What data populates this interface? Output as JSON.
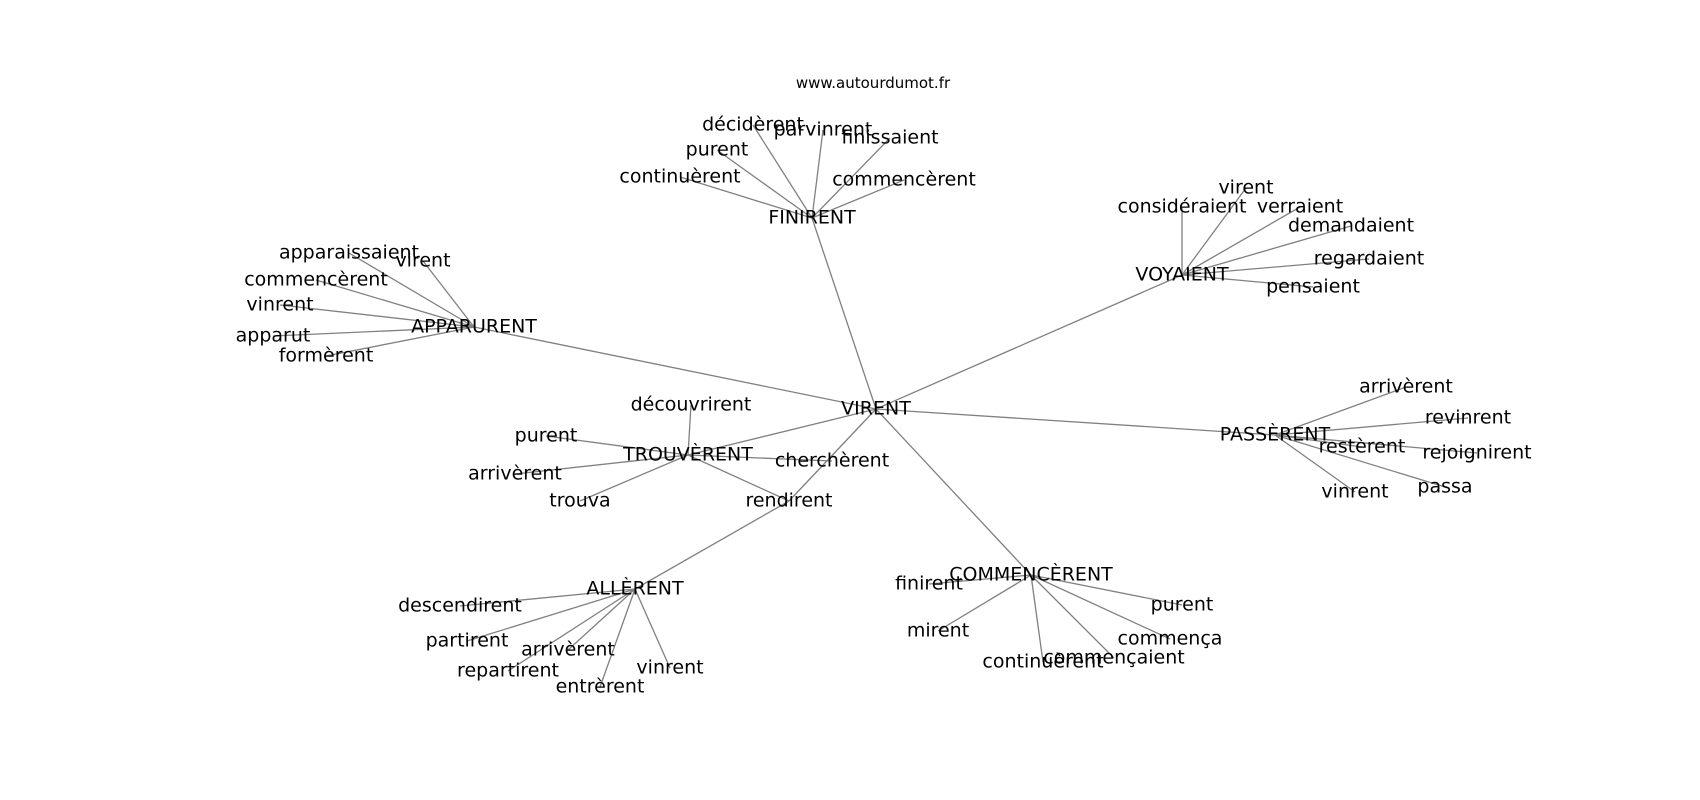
{
  "site": "www.autourdumot.fr",
  "colors": {
    "edge": "#808080",
    "text": "#000000",
    "background": "#ffffff"
  },
  "graph": {
    "nodes": [
      {
        "id": "virent_c",
        "label": "VIRENT"
      },
      {
        "id": "finirent",
        "label": "FINIRENT"
      },
      {
        "id": "voyaient",
        "label": "VOYAIENT"
      },
      {
        "id": "apparurent",
        "label": "APPARURENT"
      },
      {
        "id": "passerent",
        "label": "PASSÈRENT"
      },
      {
        "id": "trouverent",
        "label": "TROUVÈRENT"
      },
      {
        "id": "allerent",
        "label": "ALLÈRENT"
      },
      {
        "id": "commencerent",
        "label": "COMMENCÈRENT"
      },
      {
        "id": "chercherent",
        "label": "cherchèrent"
      },
      {
        "id": "rendirent",
        "label": "rendirent"
      },
      {
        "id": "f_decidere",
        "label": "décidèrent"
      },
      {
        "id": "f_parvinrent",
        "label": "parvinrent"
      },
      {
        "id": "f_finissaient",
        "label": "finissaient"
      },
      {
        "id": "f_purent",
        "label": "purent"
      },
      {
        "id": "f_continuerent",
        "label": "continuèrent"
      },
      {
        "id": "f_commencerent",
        "label": "commencèrent"
      },
      {
        "id": "v_virent",
        "label": "virent"
      },
      {
        "id": "v_consideraient",
        "label": "considéraient"
      },
      {
        "id": "v_verraient",
        "label": "verraient"
      },
      {
        "id": "v_demandaient",
        "label": "demandaient"
      },
      {
        "id": "v_regardaient",
        "label": "regardaient"
      },
      {
        "id": "v_pensaient",
        "label": "pensaient"
      },
      {
        "id": "a_apparaissaient",
        "label": "apparaissaient"
      },
      {
        "id": "a_virent",
        "label": "virent"
      },
      {
        "id": "a_commencerent",
        "label": "commencèrent"
      },
      {
        "id": "a_vinrent",
        "label": "vinrent"
      },
      {
        "id": "a_apparut",
        "label": "apparut"
      },
      {
        "id": "a_formerent",
        "label": "formèrent"
      },
      {
        "id": "p_arriverent",
        "label": "arrivèrent"
      },
      {
        "id": "p_revinrent",
        "label": "revinrent"
      },
      {
        "id": "p_resterent",
        "label": "restèrent"
      },
      {
        "id": "p_rejoignirent",
        "label": "rejoignirent"
      },
      {
        "id": "p_passa",
        "label": "passa"
      },
      {
        "id": "p_vinrent",
        "label": "vinrent"
      },
      {
        "id": "t_decouvrirent",
        "label": "découvrirent"
      },
      {
        "id": "t_purent",
        "label": "purent"
      },
      {
        "id": "t_arriverent",
        "label": "arrivèrent"
      },
      {
        "id": "t_trouva",
        "label": "trouva"
      },
      {
        "id": "al_descendirent",
        "label": "descendirent"
      },
      {
        "id": "al_partirent",
        "label": "partirent"
      },
      {
        "id": "al_arriverent",
        "label": "arrivèrent"
      },
      {
        "id": "al_repartirent",
        "label": "repartirent"
      },
      {
        "id": "al_entrerent",
        "label": "entrèrent"
      },
      {
        "id": "al_vinrent",
        "label": "vinrent"
      },
      {
        "id": "c_finirent",
        "label": "finirent"
      },
      {
        "id": "c_purent",
        "label": "purent"
      },
      {
        "id": "c_mirent",
        "label": "mirent"
      },
      {
        "id": "c_commenca",
        "label": "commença"
      },
      {
        "id": "c_continuerent",
        "label": "continuèrent"
      },
      {
        "id": "c_commencaient",
        "label": "commençaient"
      }
    ],
    "edges": [
      [
        "virent_c",
        "finirent"
      ],
      [
        "virent_c",
        "voyaient"
      ],
      [
        "virent_c",
        "apparurent"
      ],
      [
        "virent_c",
        "passerent"
      ],
      [
        "virent_c",
        "trouverent"
      ],
      [
        "virent_c",
        "commencerent"
      ],
      [
        "virent_c",
        "rendirent"
      ],
      [
        "rendirent",
        "allerent"
      ],
      [
        "trouverent",
        "chercherent"
      ],
      [
        "trouverent",
        "rendirent"
      ],
      [
        "finirent",
        "f_decidere"
      ],
      [
        "finirent",
        "f_parvinrent"
      ],
      [
        "finirent",
        "f_finissaient"
      ],
      [
        "finirent",
        "f_purent"
      ],
      [
        "finirent",
        "f_continuerent"
      ],
      [
        "finirent",
        "f_commencerent"
      ],
      [
        "voyaient",
        "v_virent"
      ],
      [
        "voyaient",
        "v_consideraient"
      ],
      [
        "voyaient",
        "v_verraient"
      ],
      [
        "voyaient",
        "v_demandaient"
      ],
      [
        "voyaient",
        "v_regardaient"
      ],
      [
        "voyaient",
        "v_pensaient"
      ],
      [
        "apparurent",
        "a_apparaissaient"
      ],
      [
        "apparurent",
        "a_virent"
      ],
      [
        "apparurent",
        "a_commencerent"
      ],
      [
        "apparurent",
        "a_vinrent"
      ],
      [
        "apparurent",
        "a_apparut"
      ],
      [
        "apparurent",
        "a_formerent"
      ],
      [
        "passerent",
        "p_arriverent"
      ],
      [
        "passerent",
        "p_revinrent"
      ],
      [
        "passerent",
        "p_resterent"
      ],
      [
        "passerent",
        "p_rejoignirent"
      ],
      [
        "passerent",
        "p_passa"
      ],
      [
        "passerent",
        "p_vinrent"
      ],
      [
        "trouverent",
        "t_decouvrirent"
      ],
      [
        "trouverent",
        "t_purent"
      ],
      [
        "trouverent",
        "t_arriverent"
      ],
      [
        "trouverent",
        "t_trouva"
      ],
      [
        "allerent",
        "al_descendirent"
      ],
      [
        "allerent",
        "al_partirent"
      ],
      [
        "allerent",
        "al_arriverent"
      ],
      [
        "allerent",
        "al_repartirent"
      ],
      [
        "allerent",
        "al_entrerent"
      ],
      [
        "allerent",
        "al_vinrent"
      ],
      [
        "commencerent",
        "c_finirent"
      ],
      [
        "commencerent",
        "c_purent"
      ],
      [
        "commencerent",
        "c_mirent"
      ],
      [
        "commencerent",
        "c_commenca"
      ],
      [
        "commencerent",
        "c_continuerent"
      ],
      [
        "commencerent",
        "c_commencaient"
      ]
    ]
  }
}
